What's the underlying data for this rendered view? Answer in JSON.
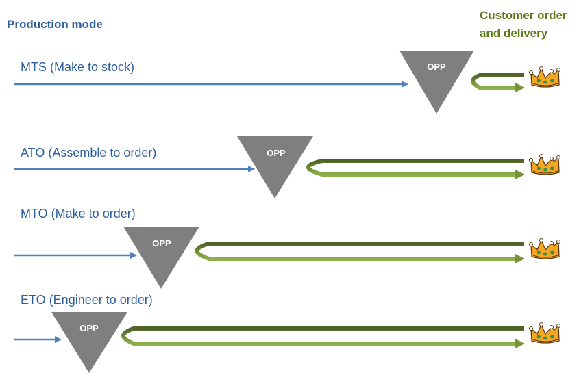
{
  "header": {
    "production_mode": "Production mode",
    "customer_line1": "Customer order",
    "customer_line2": "and delivery"
  },
  "rows": [
    {
      "label": "MTS (Make to stock)",
      "opp": "OPP"
    },
    {
      "label": "ATO (Assemble to order)",
      "opp": "OPP"
    },
    {
      "label": "MTO (Make to order)",
      "opp": "OPP"
    },
    {
      "label": "ETO (Engineer to order)",
      "opp": "OPP"
    }
  ],
  "colors": {
    "blue": "#2E5F9C",
    "arrow_blue": "#4F81BD",
    "green_dark": "#4F6228",
    "green_light": "#77933C",
    "green_text": "#5C7A16",
    "opp_gray": "#7F7F7F"
  },
  "icons": {
    "customer": "crown-icon"
  }
}
